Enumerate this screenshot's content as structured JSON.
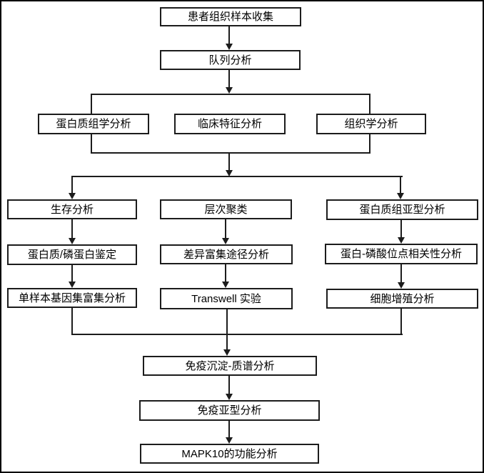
{
  "diagram": {
    "type": "flowchart",
    "language": "zh-CN",
    "nodes": {
      "collect": {
        "label": "患者组织样本收集"
      },
      "cohort": {
        "label": "队列分析"
      },
      "proteomics": {
        "label": "蛋白质组学分析"
      },
      "clinical": {
        "label": "临床特征分析"
      },
      "histology": {
        "label": "组织学分析"
      },
      "survival": {
        "label": "生存分析"
      },
      "protein_id": {
        "label": "蛋白质/磷蛋白鉴定"
      },
      "ssgsea": {
        "label": "单样本基因集富集分析"
      },
      "clustering": {
        "label": "层次聚类"
      },
      "pathway": {
        "label": "差异富集途径分析"
      },
      "transwell": {
        "label": "Transwell 实验"
      },
      "subtype": {
        "label": "蛋白质组亚型分析"
      },
      "phosphosite": {
        "label": "蛋白-磷酸位点相关性分析"
      },
      "proliferation": {
        "label": "细胞增殖分析"
      },
      "ip_ms": {
        "label": "免疫沉淀-质谱分析"
      },
      "immune_subtype": {
        "label": "免疫亚型分析"
      },
      "mapk10": {
        "label": "MAPK10的功能分析"
      }
    },
    "edges": [
      {
        "from": "collect",
        "to": "cohort"
      },
      {
        "from": "cohort",
        "to": "multiomics_group"
      },
      {
        "from": "multiomics_group",
        "to": "survival"
      },
      {
        "from": "multiomics_group",
        "to": "clustering"
      },
      {
        "from": "multiomics_group",
        "to": "subtype"
      },
      {
        "from": "survival",
        "to": "protein_id"
      },
      {
        "from": "protein_id",
        "to": "ssgsea"
      },
      {
        "from": "clustering",
        "to": "pathway"
      },
      {
        "from": "pathway",
        "to": "transwell"
      },
      {
        "from": "subtype",
        "to": "phosphosite"
      },
      {
        "from": "phosphosite",
        "to": "proliferation"
      },
      {
        "from": "ssgsea",
        "to": "ip_ms"
      },
      {
        "from": "transwell",
        "to": "ip_ms"
      },
      {
        "from": "proliferation",
        "to": "ip_ms"
      },
      {
        "from": "ip_ms",
        "to": "immune_subtype"
      },
      {
        "from": "immune_subtype",
        "to": "mapk10"
      }
    ],
    "groups": {
      "multiomics_group": {
        "members": [
          "proteomics",
          "clinical",
          "histology"
        ]
      }
    },
    "colors": {
      "line": "#1c1c1c",
      "box_background": "#ffffff",
      "text": "#000000",
      "canvas_background": "#ffffff",
      "outer_border": "#000000"
    }
  }
}
